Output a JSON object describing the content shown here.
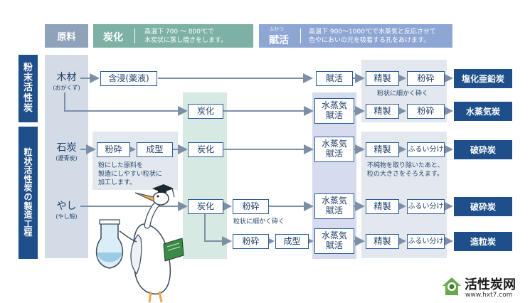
{
  "header": {
    "raw_material": "原料",
    "carbonization": "炭化",
    "carbonization_desc": "高温下 700 ～ 800℃で\n木炭状に蒸し焼きをします。",
    "activation_ruby": "ふかつ",
    "activation": "賦活",
    "activation_desc": "高温下 900～1000℃で水蒸気と反応させて\n色やにおいの元を吸着する孔をあけます。"
  },
  "side_labels": {
    "powder": "粉\n末\n活\n性\n炭",
    "granular": "粒\n状\n活\n性\n炭\nの\n製\n造\n工\n程"
  },
  "raw_materials": [
    {
      "name": "木材",
      "reading": "(おがくず)"
    },
    {
      "name": "石炭",
      "reading": "(瀝青炭)"
    },
    {
      "name": "やし",
      "reading": "(やし殻)"
    }
  ],
  "steps": {
    "impregnation": "含浸(薬液)",
    "crush": "粉砕",
    "forming": "成型",
    "carbonize": "炭化",
    "activate": "賦活",
    "steam_activate": "水蒸気\n賦活",
    "refine": "精製",
    "sieve": "ふるい分け"
  },
  "notes": {
    "fine_powder": "粉状に細かく砕く",
    "easy_grain": "粉にした原料を\n製造にしやすい粒状に\n加工します。",
    "grain_crush": "粒状に細かく砕く",
    "impurity": "不純物を取り除いたあと、\n粒の大きさをそろえます。"
  },
  "products": {
    "zinc_chloride": "塩化亜鉛炭",
    "steam": "水蒸気炭",
    "crushed": "破砕炭",
    "granulated": "造粒炭"
  },
  "watermark": {
    "title": "活性炭网",
    "url": "www.hxt7.com"
  },
  "colors": {
    "navy": "#1e4f8b",
    "header_gray": "#8ea2b9",
    "header_green": "#7db1a6",
    "header_blue": "#8ea6d4",
    "panel_gray": "#d2dbe6",
    "panel_green": "#d6e9e3",
    "panel_blue": "#d6dbf0",
    "arrow": "#7d8fa6"
  }
}
